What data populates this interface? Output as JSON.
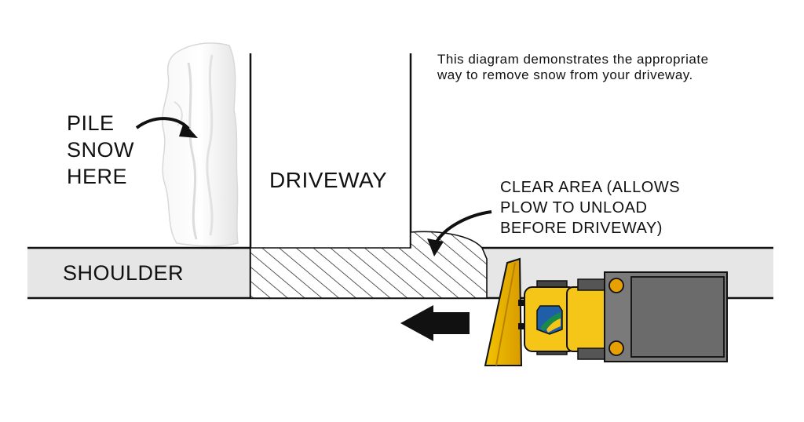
{
  "labels": {
    "pile": "PILE\nSNOW\nHERE",
    "driveway": "DRIVEWAY",
    "shoulder": "SHOULDER",
    "clear_area": "CLEAR AREA (ALLOWS\nPLOW TO UNLOAD\nBEFORE DRIVEWAY)",
    "description": "This diagram demonstrates the appropriate way to remove snow from your driveway."
  },
  "colors": {
    "road": "#e6e6e6",
    "line": "#111111",
    "plow_yellow": "#f5c518",
    "plow_orange": "#e6a100",
    "truck_gray": "#7a7a7a",
    "truck_dark": "#5a5a5a",
    "logo_blue": "#1f5ea8",
    "logo_green": "#1a8a4a"
  },
  "icons": {
    "direction_arrow": "left-arrow-icon",
    "pointer_arrow": "curved-arrow-icon"
  }
}
